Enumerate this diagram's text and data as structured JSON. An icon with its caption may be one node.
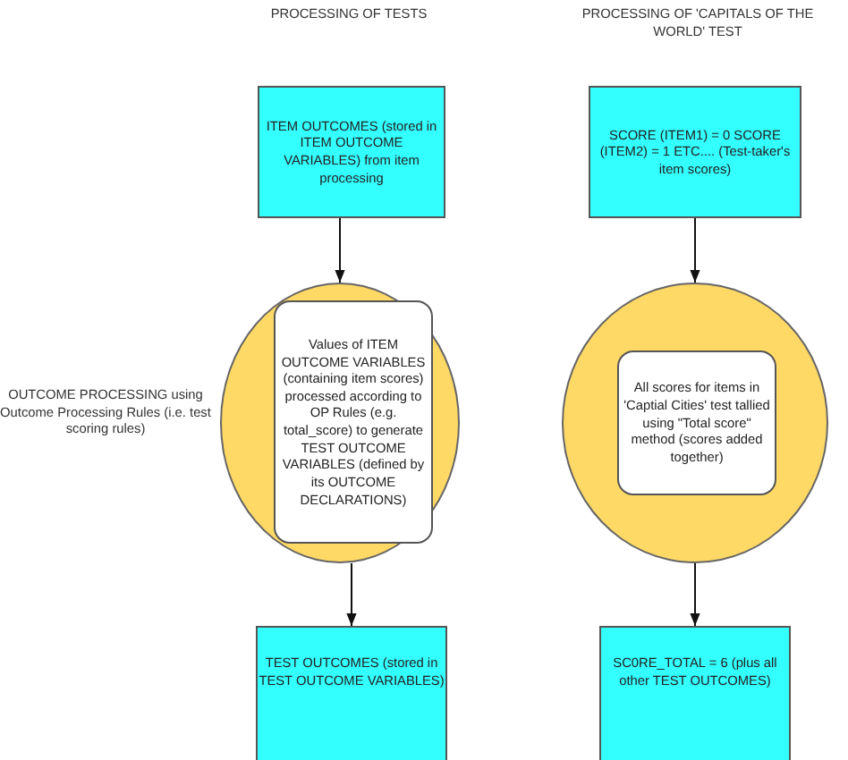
{
  "diagram": {
    "nodes": [
      {
        "text": [
          "ITEM OUTCOMES (stored in ITEM OUTCOME VARIABLES) from item processing"
        ]
      },
      {
        "text": [],
        "shape": "circle"
      },
      {
        "text": [
          "Values of ITEM OUTCOME VARIABLES (containing item scores) processed according to OP Rules (e.g. total_score) to generate TEST OUTCOME VARIABLES (defined by its OUTCOME DECLARATIONS)"
        ],
        "in": 1
      },
      {
        "text": [
          "TEST OUTCOMES (stored in TEST OUTCOME VARIABLES)"
        ]
      },
      {
        "text": [
          "SCORE (ITEM1) = 0 SCORE (ITEM2) = 1 ETC.... (Test-taker's item scores)"
        ]
      },
      {
        "text": [],
        "shape": "circle"
      },
      {
        "text": [
          "All scores for items in 'Captial Cities' test tallied using \"Total score\" method (scores added together)"
        ],
        "in": 5
      },
      {
        "text": [
          "SC0RE_TOTAL = 6 (plus all other TEST OUTCOMES)"
        ]
      }
    ],
    "edges": [
      {
        "from": 0,
        "to": 1,
        "arrow": "to"
      },
      {
        "from": 1,
        "to": 3,
        "arrow": "to"
      },
      {
        "from": 4,
        "to": 5,
        "arrow": "to"
      },
      {
        "from": 5,
        "to": 7,
        "arrow": "to"
      }
    ],
    "labels": [
      "PROCESSING OF TESTS",
      "PROCESSING OF 'CAPITALS OF THE WORLD' TEST",
      "OUTCOME PROCESSING using Outcome Processing Rules (i.e. test scoring rules)"
    ]
  }
}
